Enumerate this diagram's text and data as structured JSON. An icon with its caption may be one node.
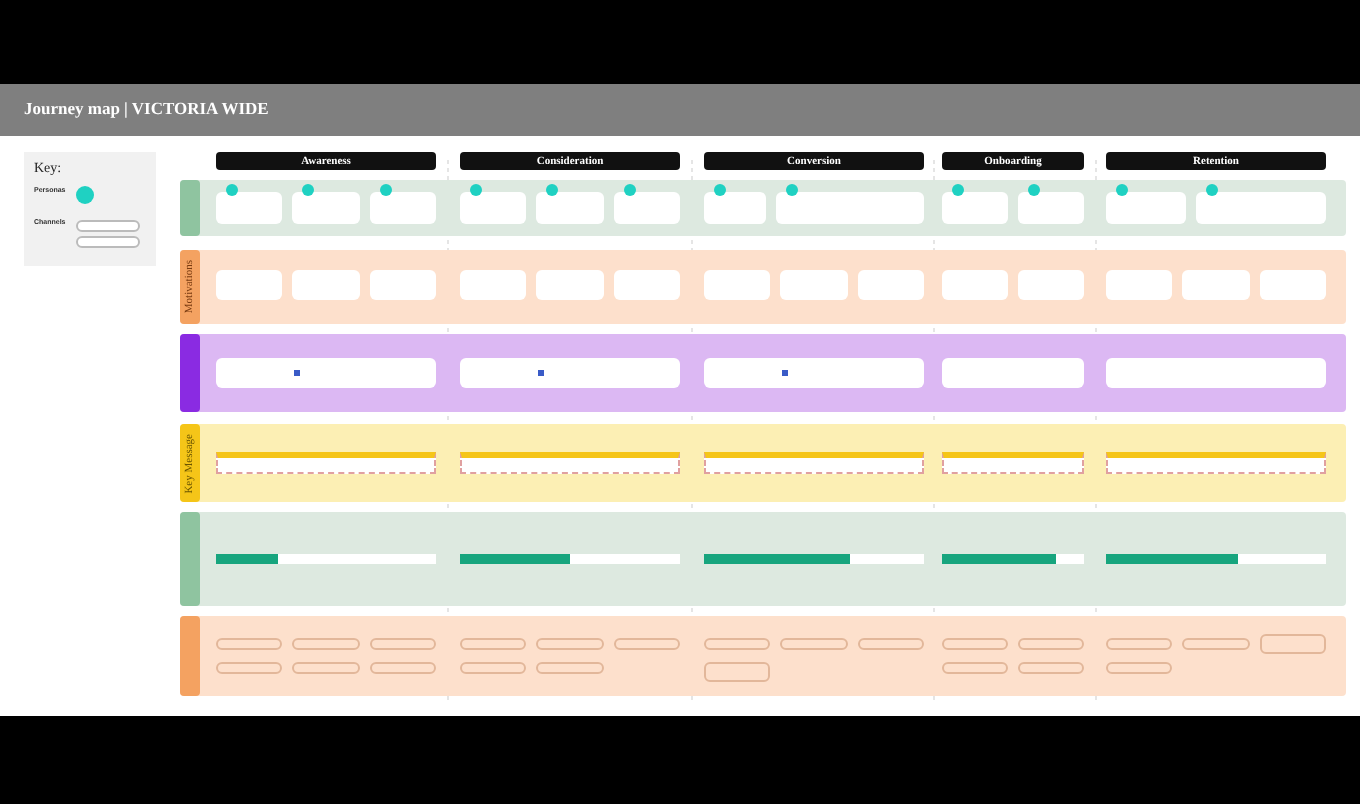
{
  "diagram": {
    "title": "Journey map | VICTORIA WIDE",
    "nodes": [
      {
        "text": [
          "Key:"
        ]
      },
      {
        "text": [],
        "shape": "circle",
        "in": 0
      },
      {
        "text": [],
        "shape": "box",
        "in": 0
      },
      {
        "text": [],
        "shape": "box",
        "in": 0
      },
      {
        "text": [
          "Awareness"
        ]
      },
      {
        "text": [
          "Consideration"
        ]
      },
      {
        "text": [
          "Conversion"
        ]
      },
      {
        "text": [
          "Onboarding"
        ]
      },
      {
        "text": [
          "Retention"
        ]
      },
      {
        "text": [],
        "shape": "band"
      },
      {
        "text": [
          "Motivations"
        ]
      },
      {
        "text": [],
        "shape": "band"
      },
      {
        "text": [
          "Key Message"
        ]
      },
      {
        "text": [],
        "shape": "band"
      },
      {
        "text": [],
        "shape": "band"
      },
      {
        "text": [],
        "shape": "box",
        "in": 9
      },
      {
        "text": [],
        "shape": "box",
        "in": 9
      },
      {
        "text": [],
        "shape": "box",
        "in": 9
      },
      {
        "text": [],
        "shape": "box",
        "in": 9
      },
      {
        "text": [],
        "shape": "box",
        "in": 9
      },
      {
        "text": [],
        "shape": "box",
        "in": 9
      },
      {
        "text": [],
        "shape": "box",
        "in": 9
      },
      {
        "text": [],
        "shape": "box",
        "in": 9
      },
      {
        "text": [],
        "shape": "box",
        "in": 9
      },
      {
        "text": [],
        "shape": "box",
        "in": 9
      },
      {
        "text": [],
        "shape": "box",
        "in": 9
      },
      {
        "text": [],
        "shape": "box",
        "in": 9
      },
      {
        "text": [],
        "shape": "box",
        "in": 10
      },
      {
        "text": [],
        "shape": "box",
        "in": 10
      },
      {
        "text": [],
        "shape": "box",
        "in": 10
      },
      {
        "text": [],
        "shape": "box",
        "in": 10
      },
      {
        "text": [],
        "shape": "box",
        "in": 10
      },
      {
        "text": [],
        "shape": "box",
        "in": 10
      },
      {
        "text": [],
        "shape": "box",
        "in": 10
      },
      {
        "text": [],
        "shape": "box",
        "in": 10
      },
      {
        "text": [],
        "shape": "box",
        "in": 10
      },
      {
        "text": [],
        "shape": "box",
        "in": 10
      },
      {
        "text": [],
        "shape": "box",
        "in": 10
      },
      {
        "text": [],
        "shape": "box",
        "in": 10
      },
      {
        "text": [],
        "shape": "box",
        "in": 10
      },
      {
        "text": [],
        "shape": "box",
        "in": 10
      },
      {
        "text": [],
        "shape": "box",
        "in": 11
      },
      {
        "text": [],
        "shape": "box",
        "in": 11
      },
      {
        "text": [],
        "shape": "box",
        "in": 11
      },
      {
        "text": [],
        "shape": "box",
        "in": 11
      },
      {
        "text": [],
        "shape": "box",
        "in": 11
      },
      {
        "text": [],
        "shape": "box",
        "in": 12
      },
      {
        "text": [],
        "shape": "box",
        "in": 12
      },
      {
        "text": [],
        "shape": "box",
        "in": 12
      },
      {
        "text": [],
        "shape": "box",
        "in": 12
      },
      {
        "text": [],
        "shape": "box",
        "in": 12
      },
      {
        "text": [],
        "shape": "bar",
        "in": 13
      },
      {
        "text": [],
        "shape": "bar",
        "in": 13
      },
      {
        "text": [],
        "shape": "bar",
        "in": 13
      },
      {
        "text": [],
        "shape": "bar",
        "in": 13
      },
      {
        "text": [],
        "shape": "bar",
        "in": 13
      },
      {
        "text": [],
        "shape": "box",
        "in": 14
      },
      {
        "text": [],
        "shape": "box",
        "in": 14
      },
      {
        "text": [],
        "shape": "box",
        "in": 14
      },
      {
        "text": [],
        "shape": "box",
        "in": 14
      },
      {
        "text": [],
        "shape": "box",
        "in": 14
      },
      {
        "text": [],
        "shape": "box",
        "in": 14
      },
      {
        "text": [],
        "shape": "box",
        "in": 14
      },
      {
        "text": [],
        "shape": "box",
        "in": 14
      },
      {
        "text": [],
        "shape": "box",
        "in": 14
      },
      {
        "text": [],
        "shape": "box",
        "in": 14
      },
      {
        "text": [],
        "shape": "box",
        "in": 14
      },
      {
        "text": [],
        "shape": "box",
        "in": 14
      },
      {
        "text": [],
        "shape": "box",
        "in": 14
      },
      {
        "text": [],
        "shape": "box",
        "in": 14
      },
      {
        "text": [],
        "shape": "box",
        "in": 14
      },
      {
        "text": [],
        "shape": "box",
        "in": 14
      },
      {
        "text": [],
        "shape": "box",
        "in": 14
      },
      {
        "text": [],
        "shape": "box",
        "in": 14
      },
      {
        "text": [],
        "shape": "box",
        "in": 14
      },
      {
        "text": [],
        "shape": "box",
        "in": 14
      },
      {
        "text": [],
        "shape": "box",
        "in": 14
      },
      {
        "text": [],
        "shape": "box",
        "in": 14
      },
      {
        "text": [],
        "shape": "box",
        "in": 14
      }
    ],
    "edges": [],
    "labels": [
      "Personas",
      "Channels"
    ]
  }
}
